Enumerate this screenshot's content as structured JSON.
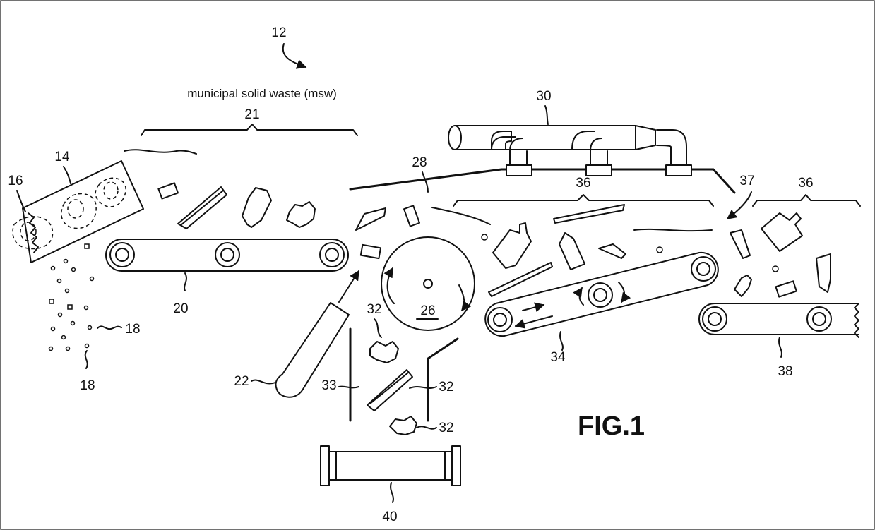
{
  "caption": "municipal solid waste (msw)",
  "figure_label": "FIG.1",
  "labels": {
    "l12": "12",
    "l21": "21",
    "l14": "14",
    "l16": "16",
    "l18a": "18",
    "l18b": "18",
    "l20": "20",
    "l22": "22",
    "l26": "26",
    "l28": "28",
    "l30": "30",
    "l32a": "32",
    "l32b": "32",
    "l32c": "32",
    "l33": "33",
    "l34": "34",
    "l36a": "36",
    "l36b": "36",
    "l37": "37",
    "l38": "38",
    "l40": "40"
  }
}
